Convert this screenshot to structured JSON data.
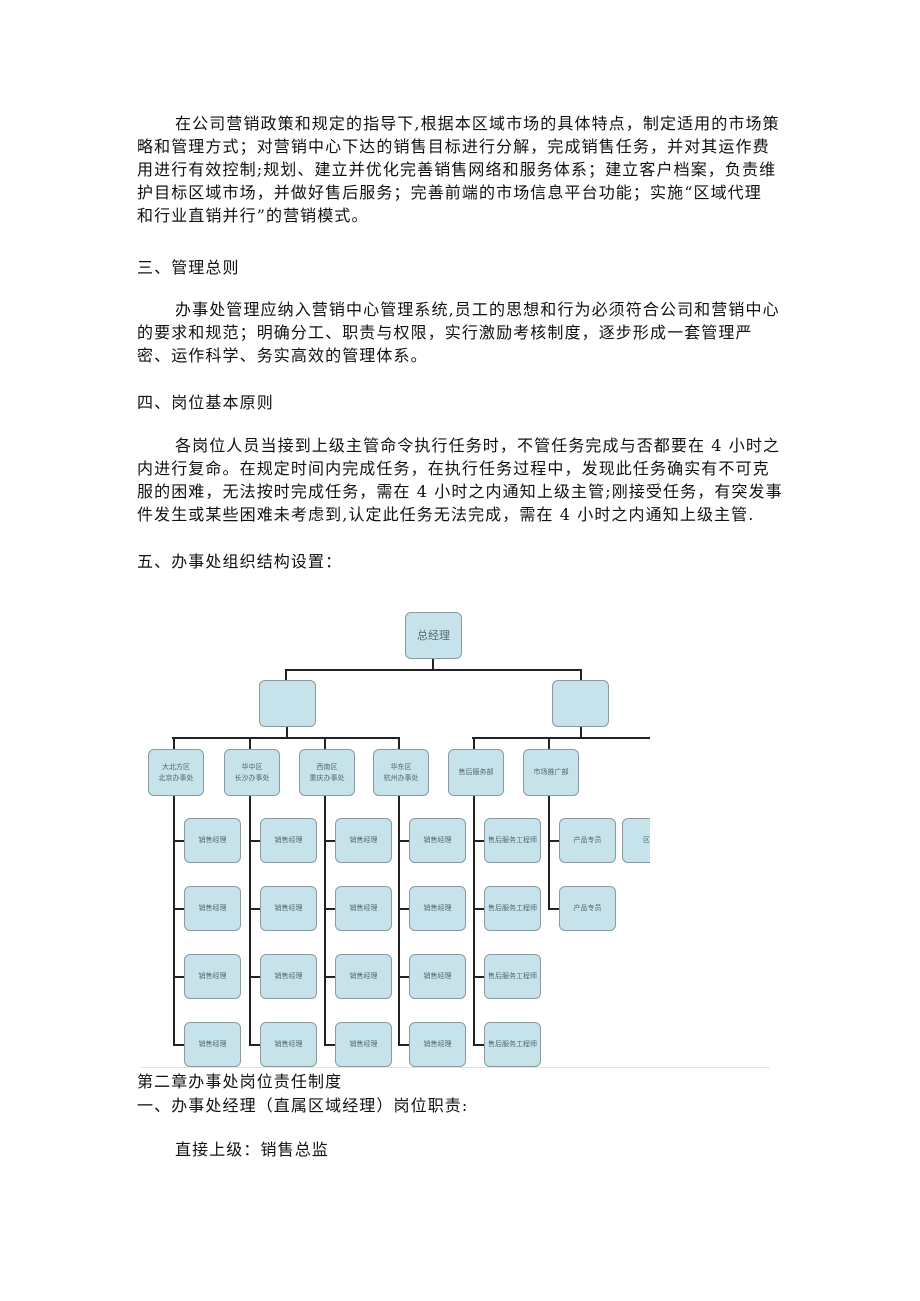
{
  "paragraph1": [
    "在公司营销政策和规定的指导下,根据本区域市场的具体特点，制定适用的市场策",
    "略和管理方式；对营销中心下达的销售目标进行分解，完成销售任务，并对其运作费",
    "用进行有效控制;规划、建立并优化完善销售网络和服务体系；建立客户档案，负责维",
    "护目标区域市场，并做好售后服务；完善前端的市场信息平台功能；实施“区域代理",
    "和行业直销并行”的营销模式。"
  ],
  "heading3": "三、管理总则",
  "paragraph2": [
    "办事处管理应纳入营销中心管理系统,员工的思想和行为必须符合公司和营销中心",
    "的要求和规范；明确分工、职责与权限，实行激励考核制度，逐步形成一套管理严",
    "密、运作科学、务实高效的管理体系。"
  ],
  "heading4": "四、岗位基本原则",
  "paragraph3": [
    "各岗位人员当接到上级主管命令执行任务时，不管任务完成与否都要在 4 小时之",
    "内进行复命。在规定时间内完成任务，在执行任务过程中，发现此任务确实有不可克",
    "服的困难，无法按时完成任务，需在 4 小时之内通知上级主管;刚接受任务，有突发事",
    "件发生或某些困难未考虑到,认定此任务无法完成，需在 4 小时之内通知上级主管."
  ],
  "heading5": "五、办事处组织结构设置：",
  "org_chart": {
    "root": "总经理",
    "level2": [
      "",
      ""
    ],
    "offices": [
      {
        "name": [
          "大北方区",
          "北京办事处"
        ],
        "children": [
          "销售经理",
          "销售经理",
          "销售经理",
          "销售经理"
        ]
      },
      {
        "name": [
          "华中区",
          "长沙办事处"
        ],
        "children": [
          "销售经理",
          "销售经理",
          "销售经理",
          "销售经理"
        ]
      },
      {
        "name": [
          "西南区",
          "重庆办事处"
        ],
        "children": [
          "销售经理",
          "销售经理",
          "销售经理",
          "销售经理"
        ]
      },
      {
        "name": [
          "华东区",
          "杭州办事处"
        ],
        "children": [
          "销售经理",
          "销售经理",
          "销售经理",
          "销售经理"
        ]
      },
      {
        "name": [
          "售后服务部"
        ],
        "children": [
          "售后服务工程师",
          "售后服务工程师",
          "售后服务工程师",
          "售后服务工程师"
        ]
      },
      {
        "name": [
          "市场推广部"
        ],
        "children": [
          "产品专员",
          "产品专员"
        ]
      }
    ],
    "extra": "区域"
  },
  "chapter2": "第二章办事处岗位责任制度",
  "section1": "一、办事处经理（直属区域经理）岗位职责:",
  "direct_superior": "直接上级：销售总监",
  "colors": {
    "box_fill": "#c6e2ea",
    "box_border": "#8a9aa0"
  }
}
